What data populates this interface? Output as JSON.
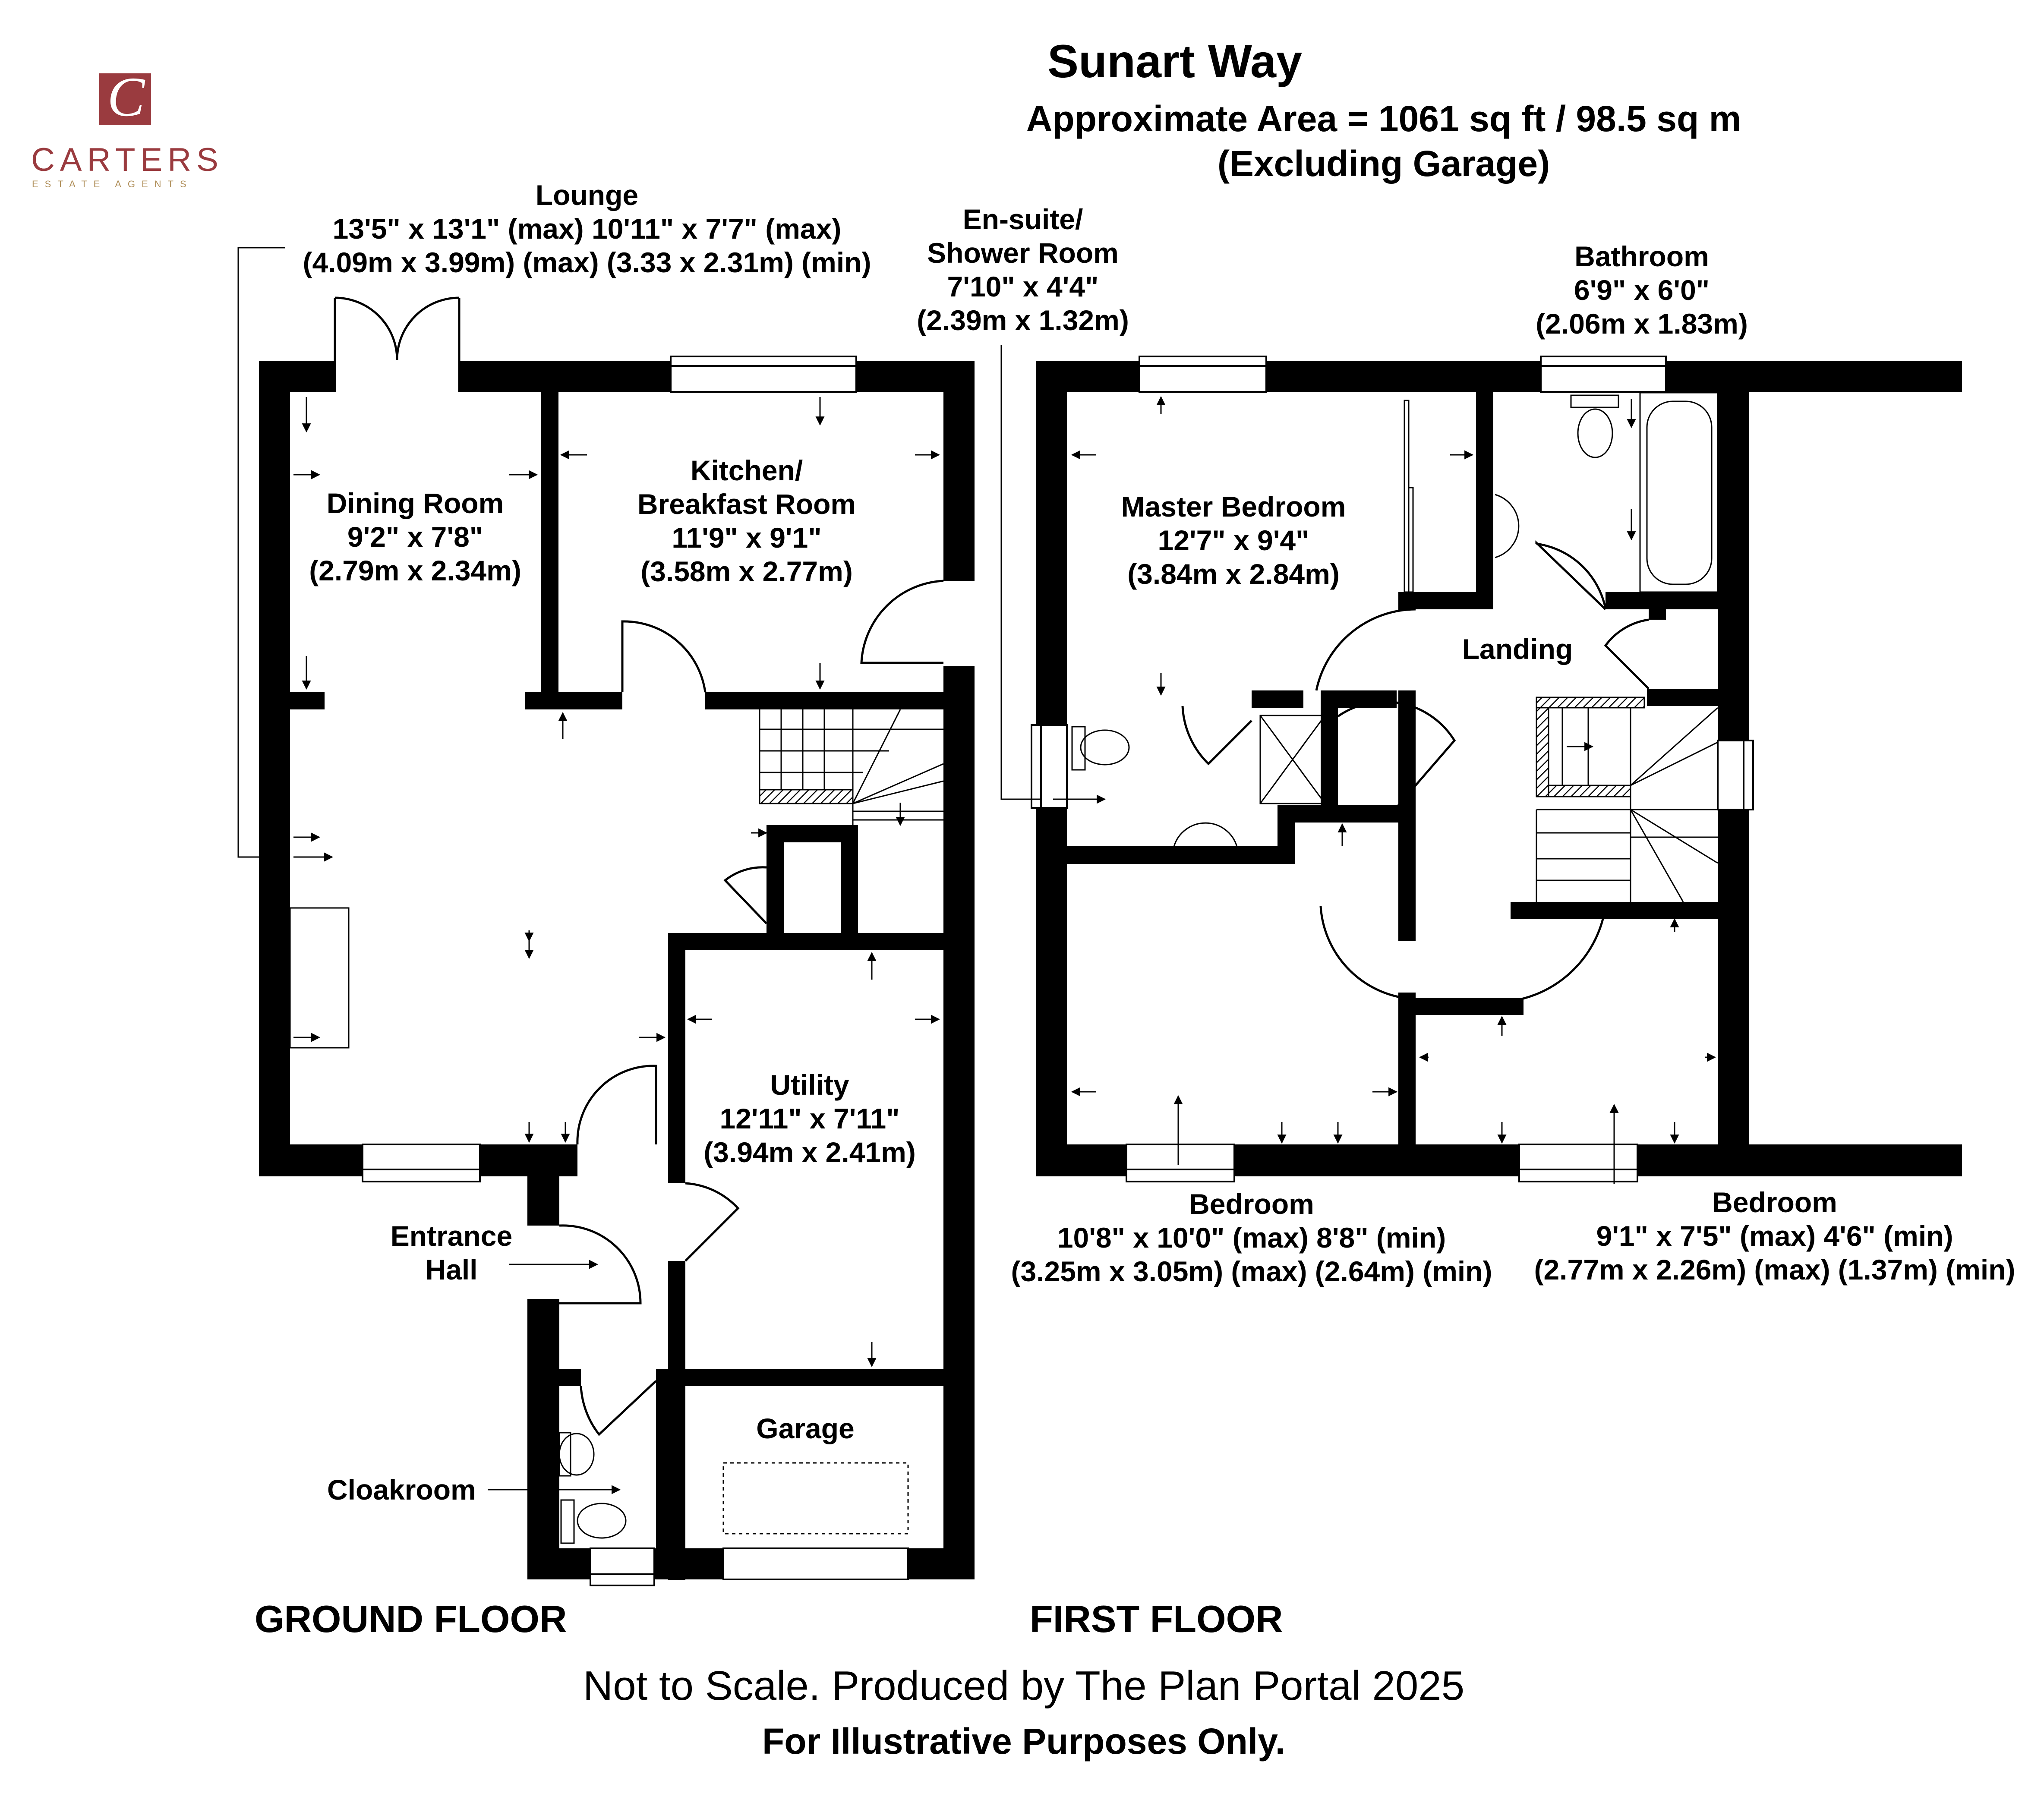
{
  "header": {
    "title": "Sunart Way",
    "area": "Approximate Area = 1061 sq ft / 98.5 sq m",
    "note": "(Excluding Garage)"
  },
  "brand": {
    "name": "CARTERS",
    "tagline": "ESTATE AGENTS",
    "monogram": "C",
    "primary_color": "#9a3b3f",
    "accent_color": "#b08f5a"
  },
  "rooms": {
    "lounge": {
      "name": "Lounge",
      "dims": "13'5\" x 13'1\" (max) 10'11\" x  7'7\" (max)",
      "metric": "(4.09m x 3.99m) (max) (3.33 x 2.31m) (min)"
    },
    "dining": {
      "name": "Dining Room",
      "dims": "9'2\" x 7'8\"",
      "metric": "(2.79m x 2.34m)"
    },
    "kitchen": {
      "name1": "Kitchen/",
      "name2": "Breakfast Room",
      "dims": "11'9\" x 9'1\"",
      "metric": "(3.58m x 2.77m)"
    },
    "utility": {
      "name": "Utility",
      "dims": "12'11\" x 7'11\"",
      "metric": "(3.94m x 2.41m)"
    },
    "entrance": {
      "name1": "Entrance",
      "name2": "Hall"
    },
    "garage": {
      "name": "Garage"
    },
    "cloakroom": {
      "name": "Cloakroom"
    },
    "ensuite": {
      "name1": "En-suite/",
      "name2": "Shower Room",
      "dims": "7'10\" x 4'4\"",
      "metric": "(2.39m x 1.32m)"
    },
    "bathroom": {
      "name": "Bathroom",
      "dims": "6'9\" x 6'0\"",
      "metric": "(2.06m x 1.83m)"
    },
    "master": {
      "name": "Master Bedroom",
      "dims": "12'7\" x 9'4\"",
      "metric": "(3.84m x 2.84m)"
    },
    "landing": {
      "name": "Landing"
    },
    "bedroom2": {
      "name": "Bedroom",
      "dims": "10'8\" x 10'0\" (max) 8'8\" (min)",
      "metric": "(3.25m x 3.05m) (max) (2.64m) (min)"
    },
    "bedroom3": {
      "name": "Bedroom",
      "dims": "9'1\" x 7'5\" (max) 4'6\" (min)",
      "metric": "(2.77m x 2.26m) (max) (1.37m) (min)"
    }
  },
  "floors": {
    "ground": "GROUND FLOOR",
    "first": "FIRST FLOOR"
  },
  "footer": {
    "line1": "Not to Scale. Produced by The Plan Portal 2025",
    "line2": "For Illustrative Purposes Only."
  }
}
